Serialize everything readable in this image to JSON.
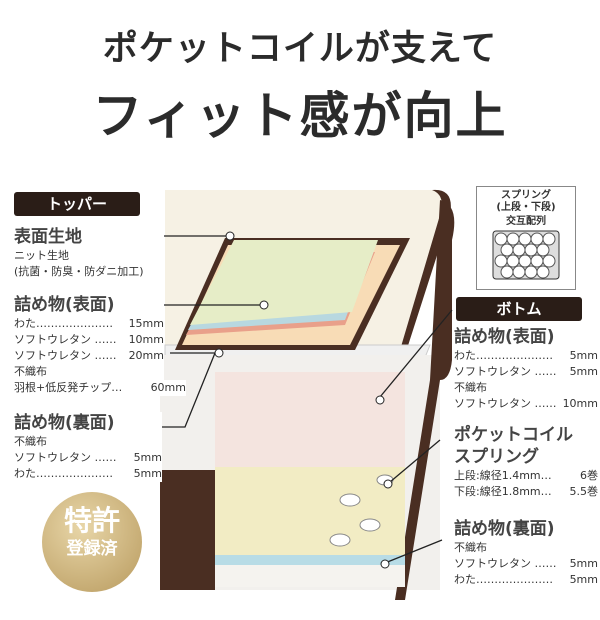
{
  "title": {
    "line1": "ポケットコイルが支えて",
    "line2": "フィット感が向上"
  },
  "topper": {
    "tag": "トッパー",
    "surface": {
      "heading": "表面生地",
      "lines": [
        "ニット生地",
        "(抗菌・防臭・防ダニ加工)"
      ]
    },
    "fill_top": {
      "heading": "詰め物(表面)",
      "rows": [
        {
          "label": "わた…………………",
          "value": "15mm"
        },
        {
          "label": "ソフトウレタン ……",
          "value": "10mm"
        },
        {
          "label": "ソフトウレタン ……",
          "value": "20mm"
        },
        {
          "label": "不織布",
          "value": ""
        },
        {
          "label": "羽根+低反発チップ…",
          "value": "60mm"
        }
      ]
    },
    "fill_back": {
      "heading": "詰め物(裏面)",
      "rows": [
        {
          "label": "不織布",
          "value": ""
        },
        {
          "label": "ソフトウレタン ……",
          "value": "5mm"
        },
        {
          "label": "わた…………………",
          "value": "5mm"
        }
      ]
    }
  },
  "legend": {
    "line1": "スプリング",
    "line2": "(上段・下段)",
    "line3": "交互配列"
  },
  "bottom": {
    "tag": "ボトム",
    "fill_top": {
      "heading": "詰め物(表面)",
      "rows": [
        {
          "label": "わた…………………",
          "value": "5mm"
        },
        {
          "label": "ソフトウレタン ……",
          "value": "5mm"
        },
        {
          "label": "不織布",
          "value": ""
        },
        {
          "label": "ソフトウレタン ……",
          "value": "10mm"
        }
      ]
    },
    "coil": {
      "heading1": "ポケットコイル",
      "heading2": "スプリング",
      "rows": [
        {
          "label": "上段:線径1.4mm…",
          "value": "6巻"
        },
        {
          "label": "下段:線径1.8mm…",
          "value": "5.5巻"
        }
      ]
    },
    "fill_back": {
      "heading": "詰め物(裏面)",
      "rows": [
        {
          "label": "不織布",
          "value": ""
        },
        {
          "label": "ソフトウレタン ……",
          "value": "5mm"
        },
        {
          "label": "わた…………………",
          "value": "5mm"
        }
      ]
    }
  },
  "badge": {
    "line1": "特許",
    "line2": "登録済"
  }
}
